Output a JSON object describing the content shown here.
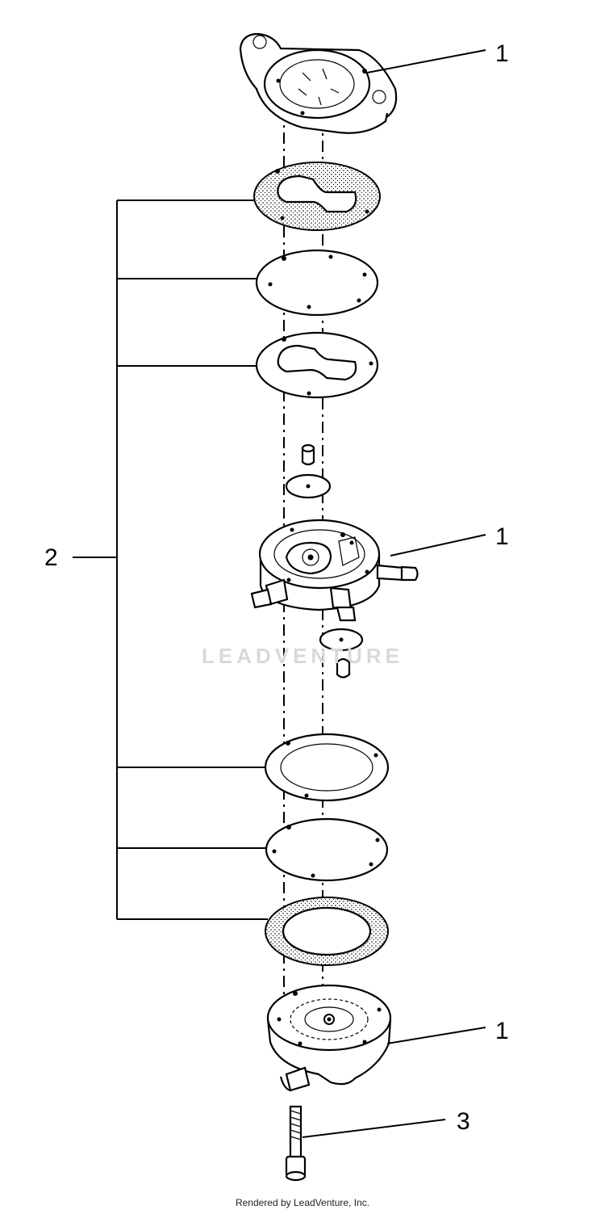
{
  "callouts": {
    "upper_cover": "1",
    "pump_body": "1",
    "lower_cover": "1",
    "kit": "2",
    "screw": "3"
  },
  "watermark": "LEADVENTURE",
  "footer": "Rendered by LeadVenture, Inc.",
  "colors": {
    "line": "#000000",
    "background": "#ffffff",
    "watermark": "#d9d9d9"
  }
}
